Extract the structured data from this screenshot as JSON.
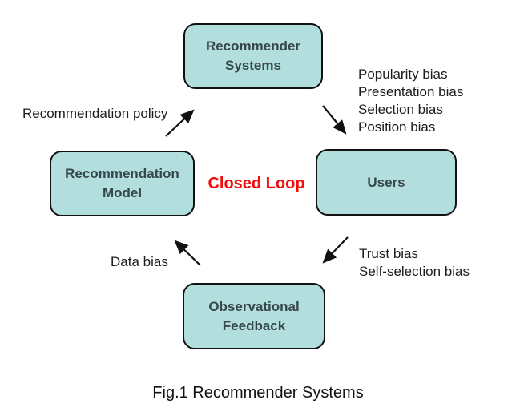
{
  "colors": {
    "node_fill": "#b2dfdd",
    "node_border": "#111111",
    "node_text": "#37474f",
    "loop_text": "#f20d0d",
    "label_text": "#1c1c1c"
  },
  "nodes": {
    "recommender_systems": "Recommender\nSystems",
    "users": "Users",
    "observational_feedback": "Observational\nFeedback",
    "recommendation_model": "Recommendation\nModel"
  },
  "center_label": "Closed Loop",
  "edge_labels": {
    "recommendation_policy": "Recommendation policy",
    "exposure_biases": "Popularity bias\nPresentation bias\nSelection bias\nPosition bias",
    "user_biases": "Trust bias\nSelf-selection bias",
    "data_bias": "Data bias"
  },
  "caption": "Fig.1 Recommender Systems"
}
